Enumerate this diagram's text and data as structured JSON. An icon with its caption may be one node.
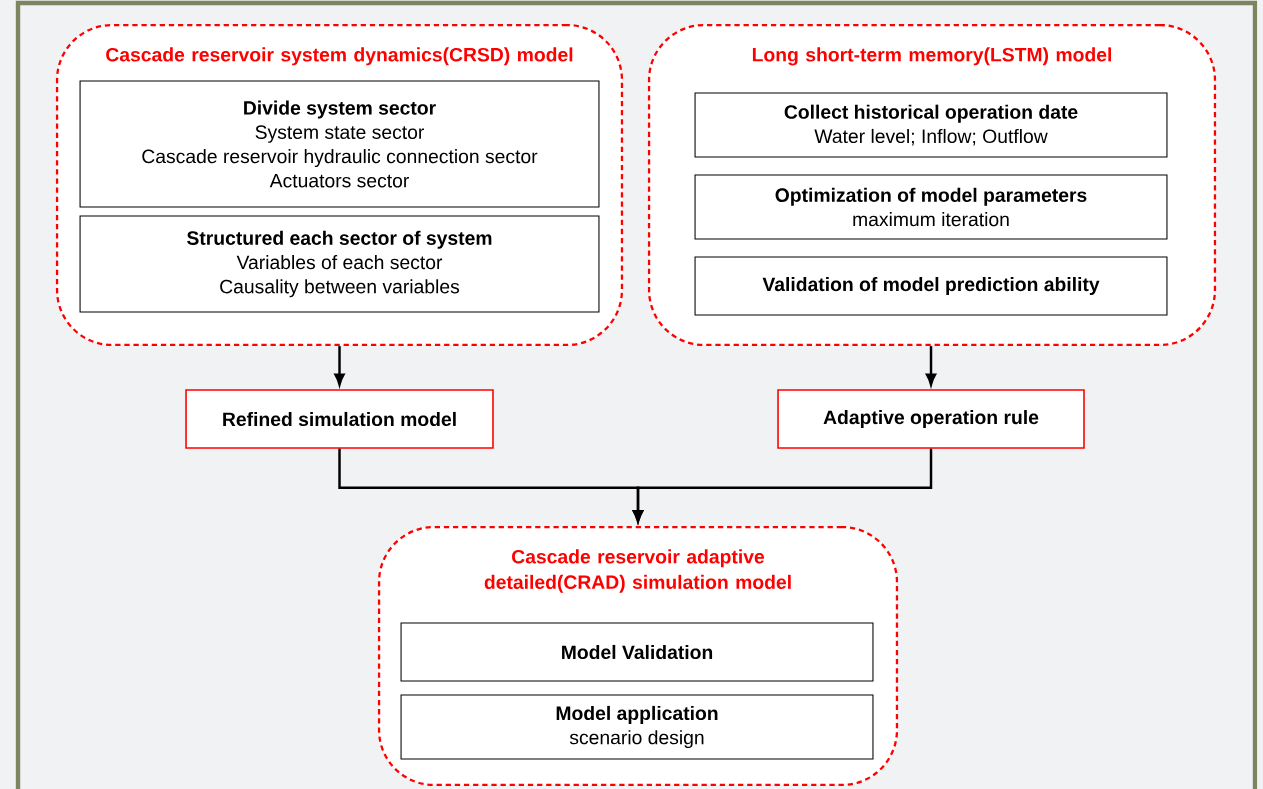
{
  "diagram": {
    "nodes": [
      {
        "text": [
          "Cascade reservoir system dynamics(CRSD) model"
        ]
      },
      {
        "text": [
          "Divide system sector",
          "System state sector",
          "Cascade reservoir hydraulic connection sector",
          "Actuators sector"
        ],
        "in": 0
      },
      {
        "text": [
          "Structured each sector of system",
          "Variables of each sector",
          "Causality between variables"
        ],
        "in": 0
      },
      {
        "text": [
          "Long short-term memory(LSTM) model"
        ]
      },
      {
        "text": [
          "Collect historical operation date",
          "Water level; Inflow; Outflow"
        ],
        "in": 3
      },
      {
        "text": [
          "Optimization of model parameters",
          "maximum iteration"
        ],
        "in": 3
      },
      {
        "text": [
          "Validation of model prediction ability"
        ],
        "in": 3
      },
      {
        "text": [
          "Refined simulation model"
        ]
      },
      {
        "text": [
          "Adaptive operation rule"
        ]
      },
      {
        "text": [
          "Cascade reservoir adaptive detailed(CRAD) simulation model"
        ]
      },
      {
        "text": [
          "Model Validation"
        ],
        "in": 9
      },
      {
        "text": [
          "Model application",
          "scenario design"
        ],
        "in": 9
      }
    ],
    "edges": [
      {
        "from": 0,
        "to": 7,
        "arrow": "to"
      },
      {
        "from": 3,
        "to": 8,
        "arrow": "to"
      },
      {
        "from": 7,
        "to": 9,
        "arrow": "to"
      },
      {
        "from": 8,
        "to": 9,
        "arrow": "to"
      }
    ]
  }
}
